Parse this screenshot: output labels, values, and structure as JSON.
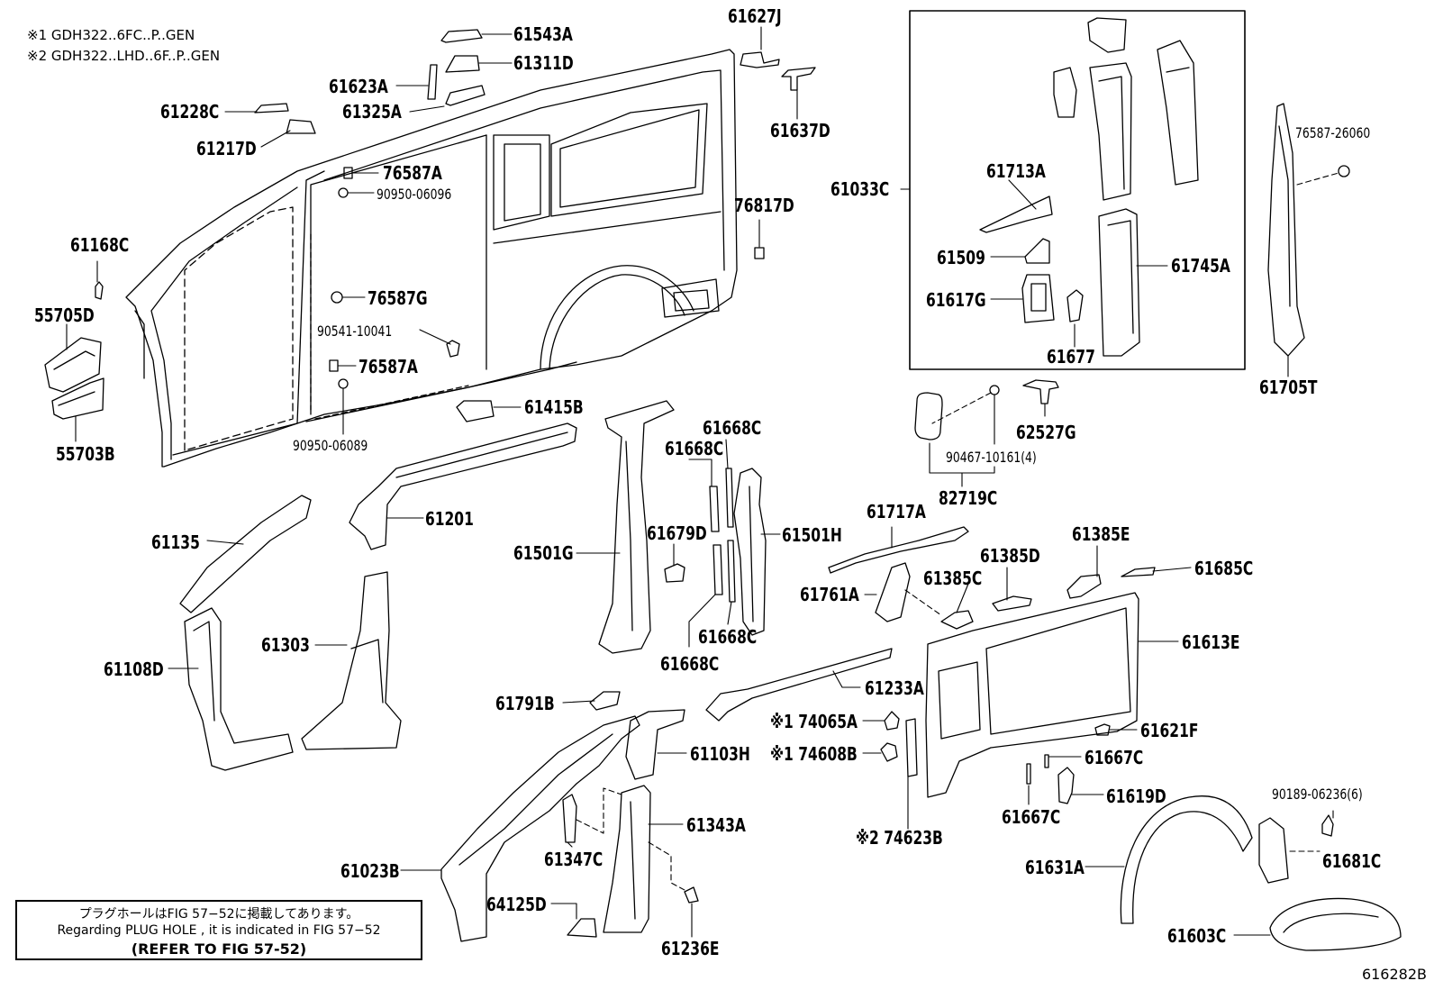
{
  "notes": [
    "※1 GDH322..6FC..P..GEN",
    "※2 GDH322..LHD..6F..P..GEN"
  ],
  "info_box": {
    "line_jp": "プラグホールはFIG 57−52に掲載してあります。",
    "line_en": "Regarding  PLUG  HOLE , it is indicated in FIG  57−52",
    "line_ref": "(REFER  TO FIG 57-52)"
  },
  "figure_code": "616282B",
  "parts": {
    "p61543A": "61543A",
    "p61627J": "61627J",
    "p61311D": "61311D",
    "p61623A": "61623A",
    "p61325A": "61325A",
    "p61228C": "61228C",
    "p61217D": "61217D",
    "p61637D": "61637D",
    "p76587A_1": "76587A",
    "p90950_06096": "90950-06096",
    "p76817D": "76817D",
    "p61033C": "61033C",
    "p61713A": "61713A",
    "p61509": "61509",
    "p61617G": "61617G",
    "p61677": "61677",
    "p61745A": "61745A",
    "p76587_26060": "76587-26060",
    "p61705T": "61705T",
    "p61168C": "61168C",
    "p55705D": "55705D",
    "p55703B": "55703B",
    "p76587G": "76587G",
    "p90541_10041": "90541-10041",
    "p76587A_2": "76587A",
    "p90950_06089": "90950-06089",
    "p61415B": "61415B",
    "p62527G": "62527G",
    "p90467_10161": "90467-10161(4)",
    "p82719C": "82719C",
    "p61668C_1": "61668C",
    "p61668C_2": "61668C",
    "p61668C_3": "61668C",
    "p61668C_4": "61668C",
    "p61201": "61201",
    "p61135": "61135",
    "p61501G": "61501G",
    "p61679D": "61679D",
    "p61501H": "61501H",
    "p61717A": "61717A",
    "p61385E": "61385E",
    "p61385D": "61385D",
    "p61685C": "61685C",
    "p61761A": "61761A",
    "p61385C": "61385C",
    "p61303": "61303",
    "p61108D": "61108D",
    "p61613E": "61613E",
    "p61233A": "61233A",
    "p61791B": "61791B",
    "p74065A": "※1 74065A",
    "p61103H": "61103H",
    "p74608B": "※1 74608B",
    "p61621F": "61621F",
    "p61667C_1": "61667C",
    "p61667C_2": "61667C",
    "p61619D": "61619D",
    "p90189_06236": "90189-06236(6)",
    "p61343A": "61343A",
    "p61347C": "61347C",
    "p74623B": "※2 74623B",
    "p61023B": "61023B",
    "p61631A": "61631A",
    "p61681C": "61681C",
    "p64125D": "64125D",
    "p61236E": "61236E",
    "p61603C": "61603C"
  }
}
